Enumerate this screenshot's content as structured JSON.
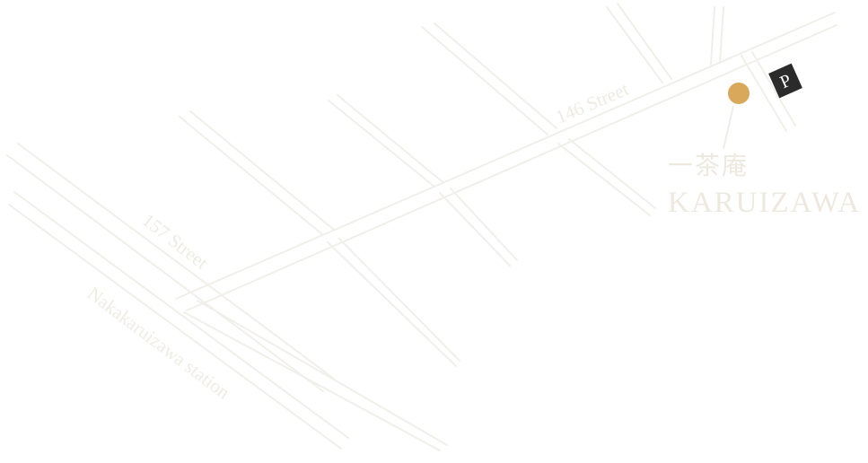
{
  "map": {
    "streets": {
      "street_146": "146 Street",
      "street_157": "157 Street"
    },
    "station": "Nakakaruizawa station",
    "venue": {
      "name_jp": "一茶庵",
      "name_en": "KARUIZAWA"
    },
    "parking": {
      "label": "P",
      "icon": "parking-icon"
    },
    "marker": {
      "icon": "location-pin-icon"
    }
  },
  "colors": {
    "road": "#f1efea",
    "label": "#eeebe2",
    "pin": "#d9a85a",
    "parking_bg": "#2b2b2b"
  }
}
